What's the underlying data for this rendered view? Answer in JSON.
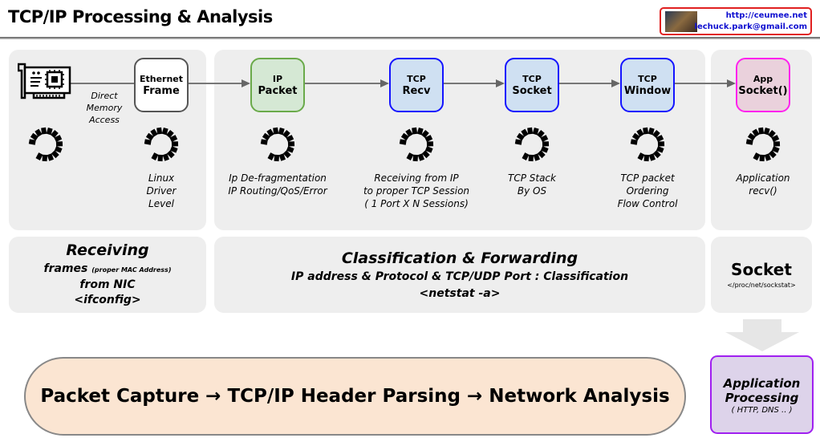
{
  "title": "TCP/IP Processing & Analysis",
  "badge": {
    "url": "http://ceumee.net",
    "email": "lechuck.park@gmail.com"
  },
  "nic": {
    "icon": "network-card-icon",
    "label": "Direct Memory Access"
  },
  "nodes": [
    {
      "line1": "Ethernet",
      "line2": "Frame",
      "caption": [
        "Linux",
        "Driver",
        "Level"
      ],
      "color": "#555555",
      "fill": "#ffffff"
    },
    {
      "line1": "IP",
      "line2": "Packet",
      "caption": [
        "Ip De-fragmentation",
        "IP Routing/QoS/Error",
        ""
      ],
      "color": "#6aaa4a",
      "fill": "#d5e8d4"
    },
    {
      "line1": "TCP",
      "line2": "Recv",
      "caption": [
        "Receiving from IP",
        "to proper TCP Session",
        "( 1 Port X N Sessions)"
      ],
      "color": "#1414ff",
      "fill": "#cfe0f2"
    },
    {
      "line1": "TCP",
      "line2": "Socket",
      "caption": [
        "TCP Stack",
        "By OS",
        ""
      ],
      "color": "#1414ff",
      "fill": "#cfe0f2"
    },
    {
      "line1": "TCP",
      "line2": "Window",
      "caption": [
        "TCP packet",
        "Ordering",
        "Flow Control"
      ],
      "color": "#1414ff",
      "fill": "#cfe0f2"
    },
    {
      "line1": "App",
      "line2": "Socket()",
      "caption": [
        "Application",
        "recv()",
        ""
      ],
      "color": "#ff22ee",
      "fill": "#ead1dc"
    }
  ],
  "bottom": {
    "receiving": {
      "title": "Receiving",
      "l1": "frames",
      "l1small": "(proper MAC Address)",
      "l2": "from NIC",
      "l3": "<ifconfig>"
    },
    "classification": {
      "title": "Classification & Forwarding",
      "l1": "IP address & Protocol & TCP/UDP Port : Classification",
      "l2": "<netstat -a>"
    },
    "socket": {
      "title": "Socket",
      "l1": "</proc/net/sockstat>"
    }
  },
  "pipeline": "Packet Capture → TCP/IP Header Parsing →  Network Analysis",
  "app_processing": {
    "l1": "Application",
    "l2": "Processing",
    "l3": "( HTTP, DNS .. )"
  }
}
